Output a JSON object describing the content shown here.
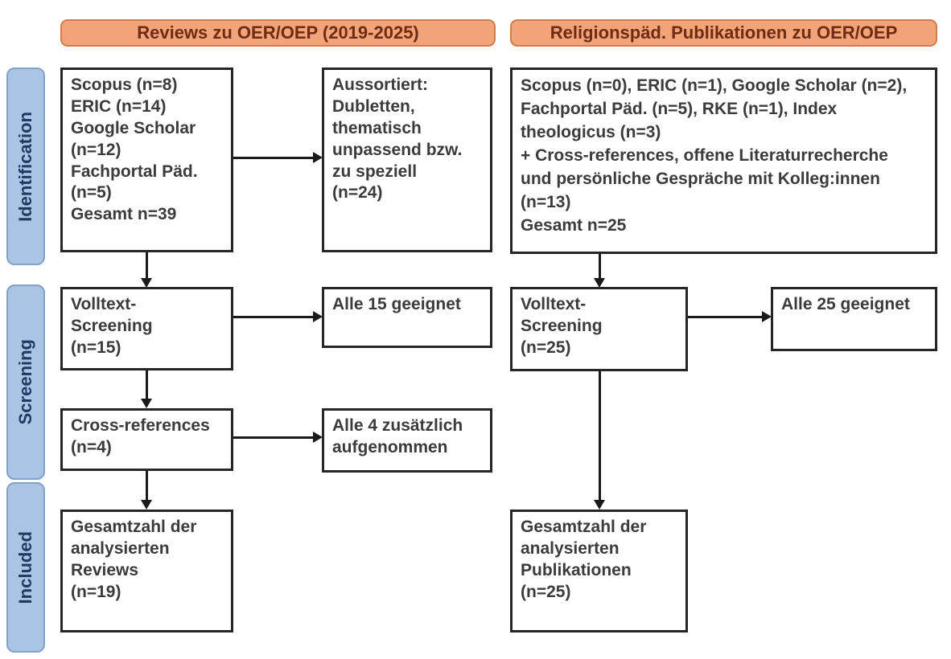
{
  "headers": {
    "left": "Reviews zu OER/OEP (2019-2025)",
    "right": "Religionspäd. Publikationen zu OER/OEP"
  },
  "stages": {
    "identification": "Identification",
    "screening": "Screening",
    "included": "Included"
  },
  "left_flow": {
    "identification_box": "Scopus (n=8)\nERIC (n=14)\nGoogle Scholar\n(n=12)\nFachportal Päd.\n(n=5)\nGesamt n=39",
    "excluded_box": "Aussortiert:\nDubletten,\nthematisch\nunpassend bzw.\nzu speziell\n(n=24)",
    "screening_box": "Volltext-\nScreening\n(n=15)",
    "screening_result_box": "Alle 15 geeignet",
    "crossref_box": "Cross-references\n(n=4)",
    "crossref_result_box": "Alle 4 zusätzlich\naufgenommen",
    "included_box": "Gesamtzahl der\nanalysierten\nReviews\n(n=19)"
  },
  "right_flow": {
    "identification_box": "Scopus (n=0), ERIC (n=1), Google Scholar (n=2),\nFachportal Päd. (n=5), RKE (n=1), Index\ntheologicus (n=3)\n+ Cross-references, offene Literaturrecherche\nund persönliche Gespräche mit Kolleg:innen\n(n=13)\nGesamt n=25",
    "screening_box": "Volltext-\nScreening\n(n=25)",
    "screening_result_box": "Alle 25 geeignet",
    "included_box": "Gesamtzahl der\nanalysierten\nPublikationen\n(n=25)"
  },
  "colors": {
    "header_fill": "#F2A378",
    "header_border": "#CE7E4D",
    "header_text": "#6E2C13",
    "sidebar_fill": "#AAC4E4",
    "sidebar_border": "#84A1C6",
    "sidebar_text": "#1F3864",
    "box_border": "#262626",
    "box_text": "#3B3B3B",
    "arrow": "#1A1A1A"
  }
}
